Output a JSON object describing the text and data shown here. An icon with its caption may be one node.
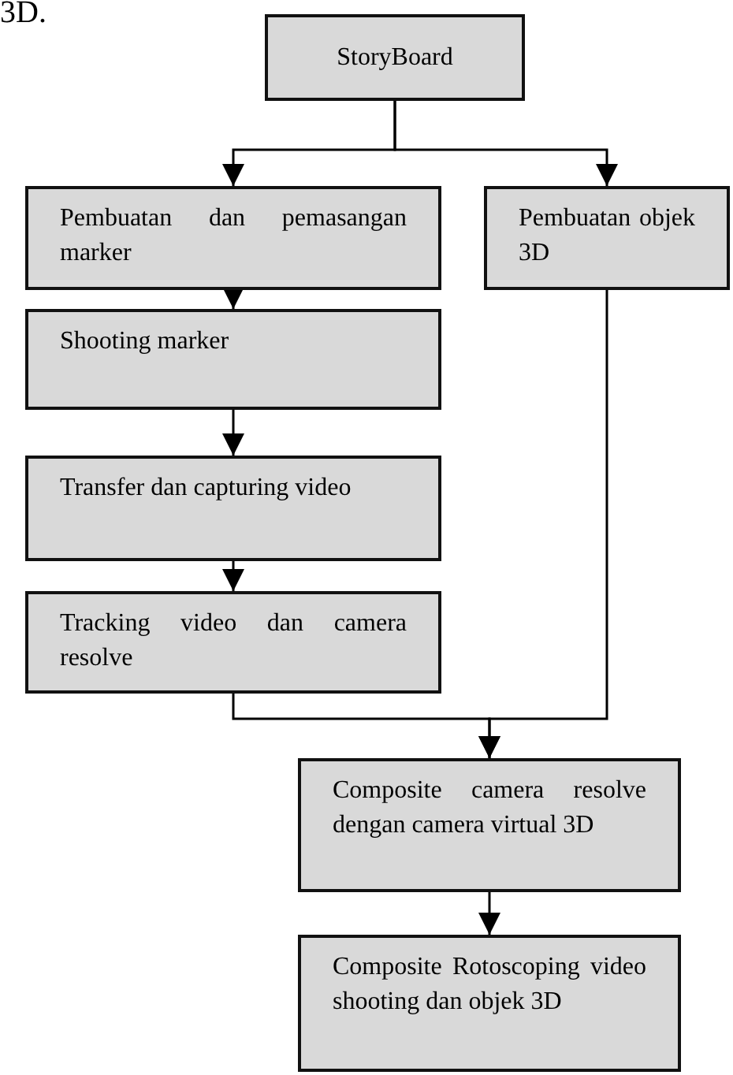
{
  "diagram": {
    "nodes": [
      {
        "text": [
          "StoryBoard"
        ]
      },
      {
        "text": [
          "Pembuatan dan pemasangan marker"
        ]
      },
      {
        "text": [
          "Pembuatan objek 3D"
        ]
      },
      {
        "text": [
          "Shooting marker"
        ]
      },
      {
        "text": [
          "Transfer dan capturing video"
        ]
      },
      {
        "text": [
          "Tracking video dan camera resolve"
        ]
      },
      {
        "text": [
          "Composite camera resolve dengan camera virtual 3D"
        ]
      },
      {
        "text": [
          "Composite Rotoscoping video shooting dan objek 3D"
        ]
      }
    ],
    "edges": [
      {
        "from": 0,
        "to": 1,
        "arrow": "to"
      },
      {
        "from": 0,
        "to": 2,
        "arrow": "to"
      },
      {
        "from": 1,
        "to": 3,
        "arrow": "to"
      },
      {
        "from": 3,
        "to": 4,
        "arrow": "to"
      },
      {
        "from": 4,
        "to": 5,
        "arrow": "to"
      },
      {
        "from": 5,
        "to": 6,
        "arrow": "to"
      },
      {
        "from": 2,
        "to": 6,
        "arrow": "to"
      },
      {
        "from": 6,
        "to": 7,
        "arrow": "to"
      }
    ],
    "labels": [
      "3D."
    ]
  }
}
